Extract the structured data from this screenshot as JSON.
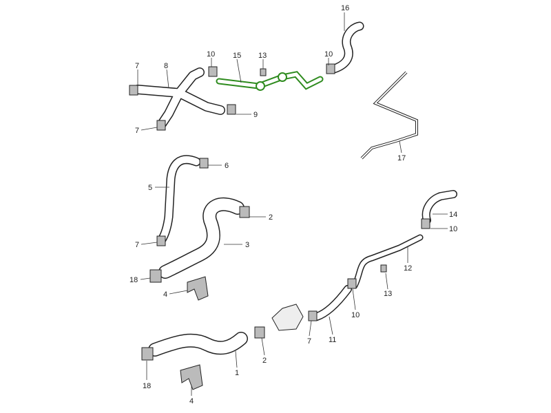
{
  "diagram": {
    "title": "Coolant hoses parts diagram",
    "highlight_color": "#2e8b1e",
    "callouts": [
      "16",
      "15",
      "13",
      "10",
      "10",
      "7",
      "8",
      "9",
      "7",
      "17",
      "6",
      "5",
      "2",
      "3",
      "7",
      "14",
      "10",
      "12",
      "18",
      "4",
      "13",
      "10",
      "7",
      "11",
      "2",
      "1",
      "18",
      "4"
    ]
  }
}
